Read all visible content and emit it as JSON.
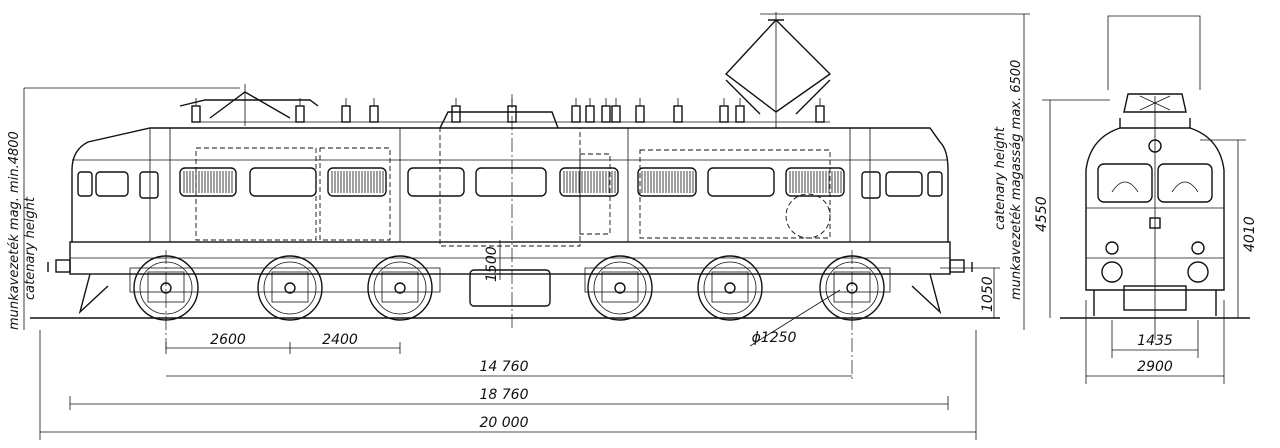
{
  "dimensions": {
    "axle_spacing_1": "2600",
    "axle_spacing_2": "2400",
    "bogie_pivot_distance": "14 760",
    "body_length": "18 760",
    "length_over_buffers": "20 000",
    "wheel_diameter": "ϕ1250",
    "buffer_height": "1050",
    "bogie_center_height": "1500",
    "body_height_side": "4550",
    "body_height_front": "4010",
    "track_gauge": "1435",
    "vehicle_width": "2900"
  },
  "labels": {
    "left_line1": "munkavezeték mag. min.4800",
    "left_line2": "catenary  height",
    "right_line1": "catenary  height",
    "right_line2": "munkavezeték magasság  max. 6500"
  }
}
